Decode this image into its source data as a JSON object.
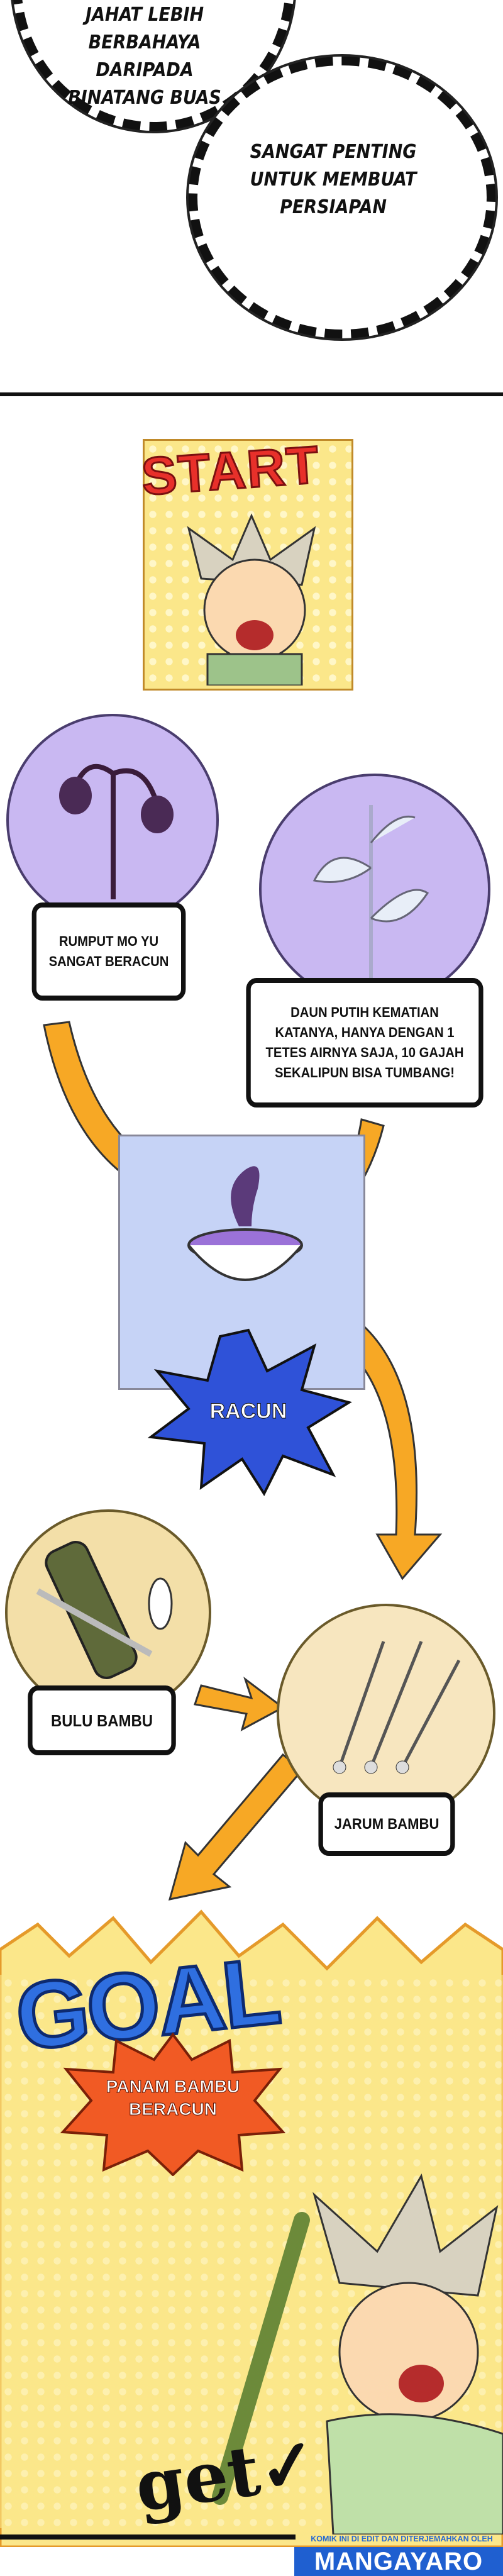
{
  "bubbles": {
    "left": "JAHAT LEBIH BERBAHAYA DARIPADA BINATANG BUAS",
    "right": "SANGAT PENTING UNTUK MEMBUAT PERSIAPAN"
  },
  "flow": {
    "start": "START",
    "box_grass": "RUMPUT MO YU SANGAT BERACUN",
    "box_leaf": "DAUN PUTIH KEMATIAN KATANYA, HANYA DENGAN 1 TETES AIRNYA SAJA, 10 GAJAH SEKALIPUN BISA TUMBANG!",
    "poison": "RACUN",
    "box_feather": "BULU BAMBU",
    "box_needle": "JARUM BAMBU",
    "goal": "GOAL",
    "result": "PANAM BAMBU BERACUN",
    "get": "get✓"
  },
  "watermark": {
    "line": "KOMIK INI DI EDIT DAN DITERJEMAHKAN OLEH",
    "brand": "MANGAYARO"
  },
  "colors": {
    "purple": "#c9b8f2",
    "arrow": "#f7a825",
    "goal_blue": "#2f6fe0",
    "burst": "#f15a24",
    "panel_yellow": "#fbe78a"
  }
}
